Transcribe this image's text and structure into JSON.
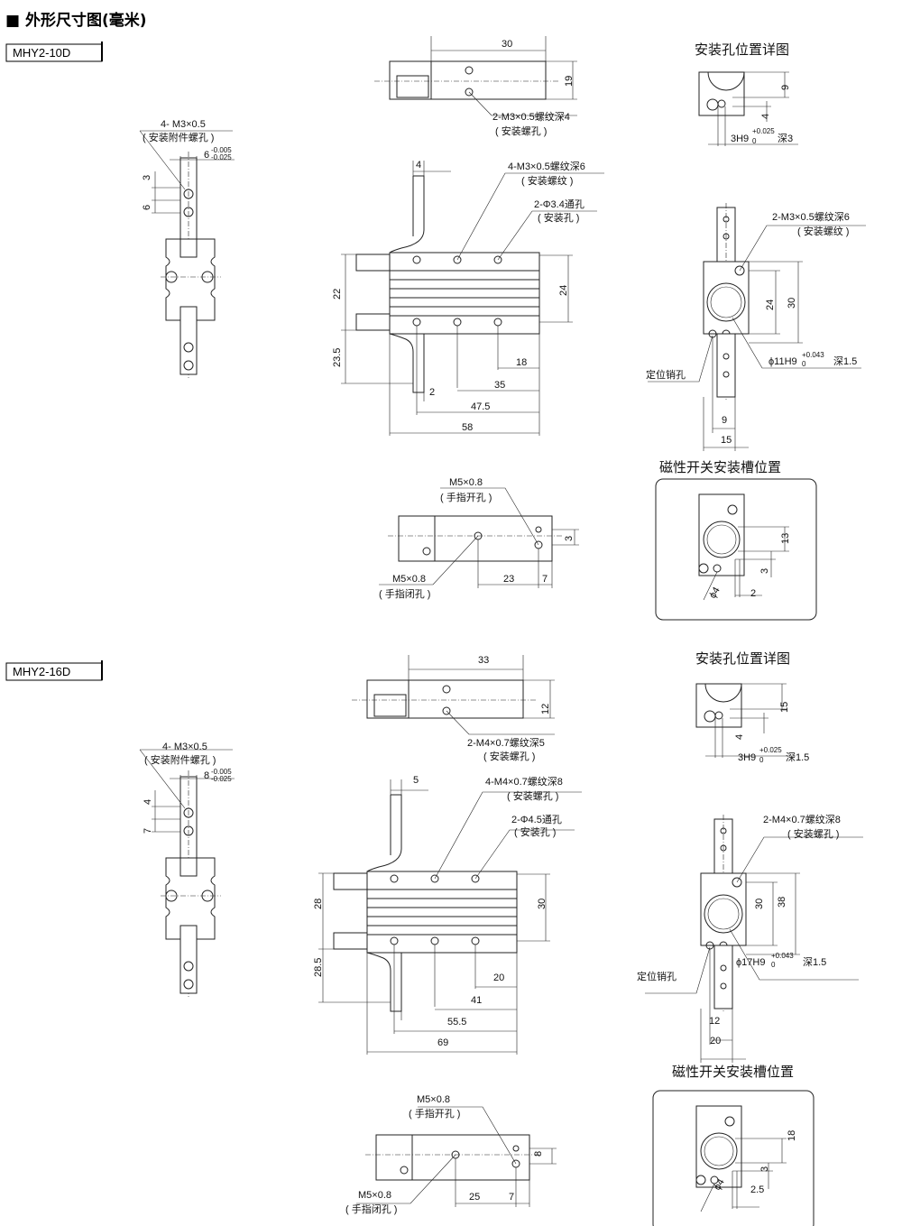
{
  "page_title": "■ 外形尺寸图(毫米)",
  "sections": [
    {
      "model": "MHY2-10D",
      "top": {
        "width": "30",
        "height": "19",
        "callout": "2-M3×0.5螺纹深4",
        "callout_note": "( 安装螺孔 )"
      },
      "detail": {
        "title": "安装孔位置详图",
        "dim_a": "9",
        "dim_b": "4",
        "fit": "3H9",
        "tol_up": "+0.025",
        "tol_low": "0",
        "depth": "深3"
      },
      "side": {
        "callout": "4- M3×0.5",
        "callout_note": "( 安装附件螺孔 )",
        "width": "6",
        "tol_up": "-0.005",
        "tol_low": "-0.025",
        "dim_a": "3",
        "dim_b": "6"
      },
      "front": {
        "jaw": "4",
        "callout1": "4-M3×0.5螺纹深6",
        "callout1_note": "( 安装螺纹 )",
        "callout2": "2-Φ3.4通孔",
        "callout2_note": "( 安装孔 )",
        "h_left": "22",
        "h_right": "24",
        "h_low": "23.5",
        "d1": "18",
        "d2": "35",
        "d3": "2",
        "d4": "47.5",
        "d5": "58"
      },
      "end": {
        "callout": "2-M3×0.5螺纹深6",
        "callout_note": "( 安装螺纹 )",
        "h1": "24",
        "h2": "30",
        "pin": "定位销孔",
        "bore": "ϕ11H9",
        "tol_up": "+0.043",
        "tol_low": "0",
        "depth": "深1.5",
        "w1": "9",
        "w2": "15"
      },
      "switch": {
        "title": "磁性开关安装槽位置",
        "h": "13",
        "a": "3",
        "dia": "ϕ4",
        "b": "2"
      },
      "bottom": {
        "open": "M5×0.8",
        "open_note": "( 手指开孔 )",
        "h": "3",
        "close": "M5×0.8",
        "close_note": "( 手指闭孔 )",
        "d1": "23",
        "d2": "7"
      }
    },
    {
      "model": "MHY2-16D",
      "top": {
        "width": "33",
        "height": "12",
        "callout": "2-M4×0.7螺纹深5",
        "callout_note": "( 安装螺孔 )"
      },
      "detail": {
        "title": "安装孔位置详图",
        "dim_a": "15",
        "dim_b": "4",
        "fit": "3H9",
        "tol_up": "+0.025",
        "tol_low": "0",
        "depth": "深1.5"
      },
      "side": {
        "callout": "4- M3×0.5",
        "callout_note": "( 安装附件螺孔 )",
        "width": "8",
        "tol_up": "-0.005",
        "tol_low": "-0.025",
        "dim_a": "4",
        "dim_b": "7"
      },
      "front": {
        "jaw": "5",
        "callout1": "4-M4×0.7螺纹深8",
        "callout1_note": "( 安装螺孔 )",
        "callout2": "2-Φ4.5通孔",
        "callout2_note": "( 安装孔 )",
        "h_left": "28",
        "h_right": "30",
        "h_low": "28.5",
        "d1": "20",
        "d2": "41",
        "d3": "",
        "d4": "55.5",
        "d5": "69"
      },
      "end": {
        "callout": "2-M4×0.7螺纹深8",
        "callout_note": "( 安装螺孔 )",
        "h1": "30",
        "h2": "38",
        "pin": "定位销孔",
        "bore": "ϕ17H9",
        "tol_up": "+0.043",
        "tol_low": "0",
        "depth": "深1.5",
        "w1": "12",
        "w2": "20"
      },
      "switch": {
        "title": "磁性开关安装槽位置",
        "h": "18",
        "a": "3",
        "dia": "ϕ4",
        "b": "2.5"
      },
      "bottom": {
        "open": "M5×0.8",
        "open_note": "( 手指开孔 )",
        "h": "8",
        "close": "M5×0.8",
        "close_note": "( 手指闭孔 )",
        "d1": "25",
        "d2": "7"
      }
    }
  ]
}
